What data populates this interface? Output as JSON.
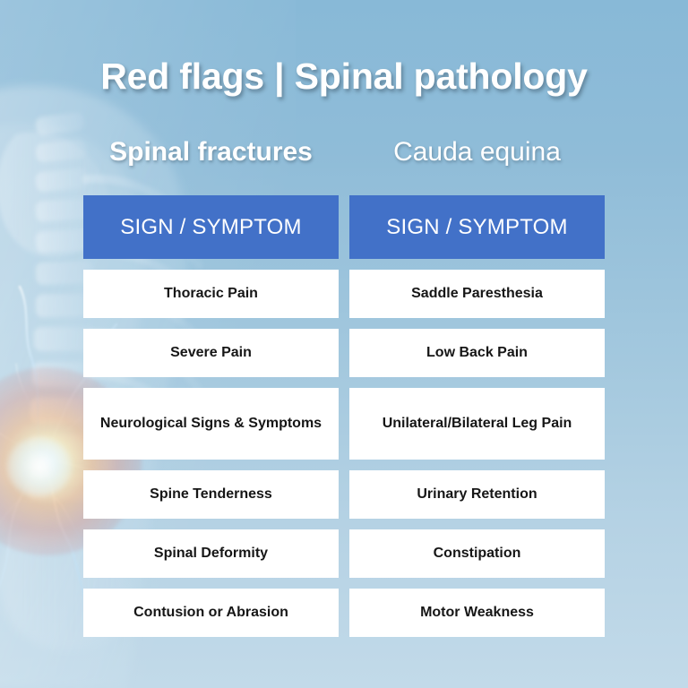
{
  "title": "Red flags | Spinal pathology",
  "theme": {
    "header_blue": "#4271c8",
    "card_white": "#ffffff",
    "background_top": "#88b9d7",
    "background_bottom": "#c2dae9",
    "text_dark": "#161616",
    "heading_white": "#ffffff"
  },
  "columns": [
    {
      "heading": "Spinal fractures",
      "table_header": "SIGN / SYMPTOM",
      "rows": [
        "Thoracic Pain",
        "Severe Pain",
        "Neurological Signs & Symptoms",
        "Spine Tenderness",
        "Spinal Deformity",
        "Contusion or Abrasion"
      ]
    },
    {
      "heading": "Cauda equina",
      "table_header": "SIGN / SYMPTOM",
      "rows": [
        "Saddle Paresthesia",
        "Low Back Pain",
        "Unilateral/Bilateral Leg Pain",
        "Urinary Retention",
        "Constipation",
        "Motor Weakness"
      ]
    }
  ],
  "background_art": {
    "description": "Translucent anatomical render of a human back, spine and ribcage with a glowing orange pain flare at the lumbar region and electric blue nerve filaments"
  }
}
